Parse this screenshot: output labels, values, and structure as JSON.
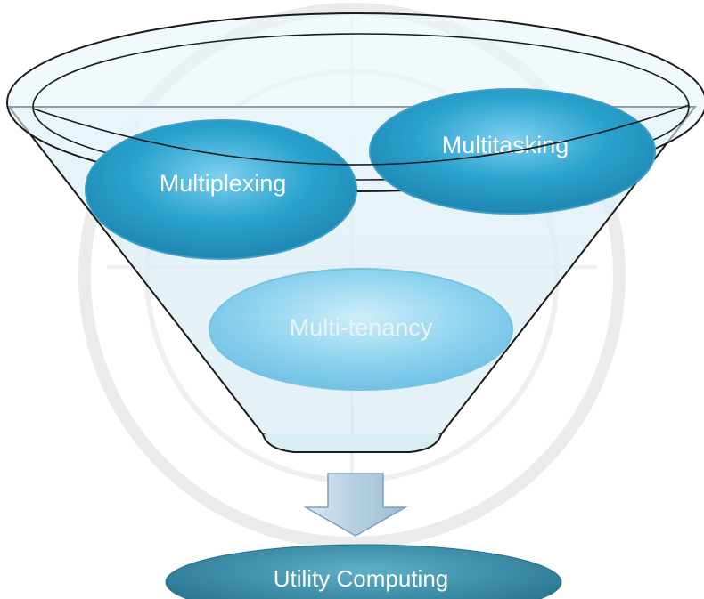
{
  "diagram": {
    "inputs": [
      {
        "id": "multiplexing",
        "label": "Multiplexing"
      },
      {
        "id": "multitasking",
        "label": "Multitasking"
      },
      {
        "id": "multi-tenancy",
        "label": "Multi-tenancy"
      }
    ],
    "output": {
      "label": "Utility Computing"
    },
    "colors": {
      "bubble_fill": "#2aa3cf",
      "bubble_light": "#8fd3ef",
      "funnel_tint": "#d6ecf5",
      "arrow_fill": "#b9d3e6",
      "result_fill": "#2e8aa8",
      "outline": "#1a1a1a",
      "watermark": "#c8c8c8"
    }
  }
}
